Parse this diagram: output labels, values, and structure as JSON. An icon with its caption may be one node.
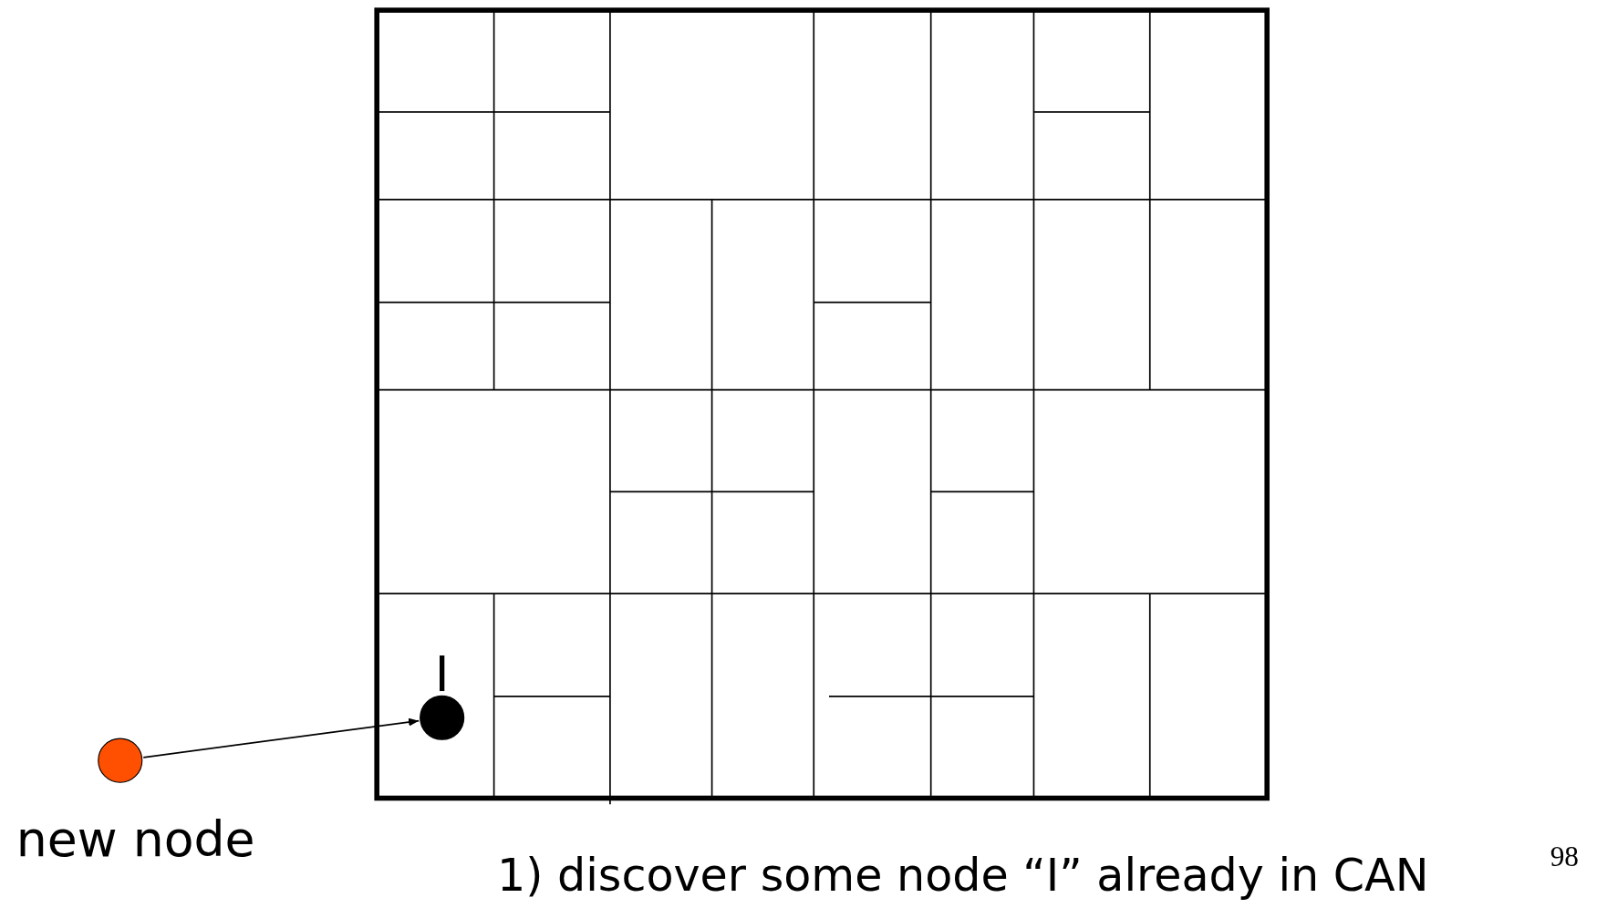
{
  "diagram": {
    "caption": "1) discover some node “I” already in CAN",
    "nodes": [
      {
        "text": [],
        "shape": "circle",
        "beside": [
          "new node"
        ]
      },
      {
        "text": [],
        "shape": "circle",
        "beside": [
          "I"
        ]
      }
    ],
    "edges": [
      {
        "from": 0,
        "to": 1,
        "arrow": "to"
      }
    ],
    "labels": [
      "98"
    ]
  }
}
